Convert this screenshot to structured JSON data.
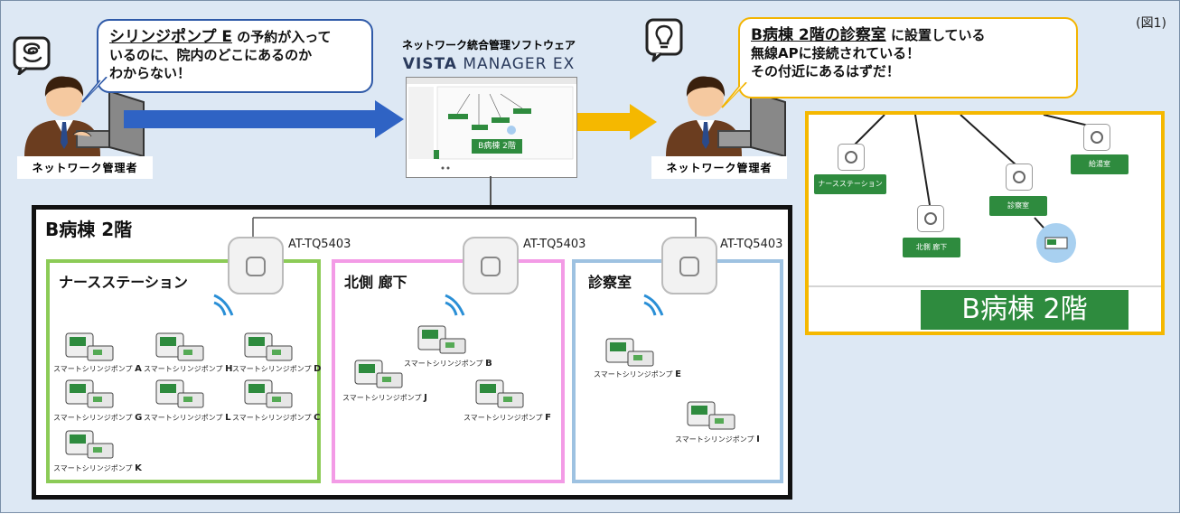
{
  "figure_label": "(図1)",
  "left_admin": {
    "label": "ネットワーク管理者",
    "bubble_underlined": "シリンジポンプ E",
    "bubble_rest_1": " の予約が入って",
    "bubble_line_2": "いるのに、院内のどこにあるのか",
    "bubble_line_3": "わからない！"
  },
  "software": {
    "title": "ネットワーク統合管理ソフトウェア",
    "logo_bold": "VISTA",
    "logo_rest": " MANAGER EX",
    "screen_label": "B病棟 2階"
  },
  "right_admin": {
    "label": "ネットワーク管理者",
    "bubble_underlined": "B病棟 2階の診察室",
    "bubble_rest_1": " に設置している",
    "bubble_line_2": "無線APに接続されている！",
    "bubble_line_3": "その付近にあるはずだ！"
  },
  "floor": {
    "title": "B病棟 2階",
    "ap_model": "AT-TQ5403",
    "rooms": [
      {
        "name": "ナースステーション",
        "color": "#8ccb57"
      },
      {
        "name": "北側 廊下",
        "color": "#f39be6"
      },
      {
        "name": "診察室",
        "color": "#9ec2e1"
      }
    ],
    "pumps": {
      "prefix": "スマートシリンジポンプ",
      "nurse": [
        "A",
        "H",
        "D",
        "G",
        "L",
        "C",
        "K"
      ],
      "hall": [
        "B",
        "J",
        "F"
      ],
      "exam": [
        "E",
        "I"
      ]
    }
  },
  "zoom": {
    "nodes": [
      "ナースステーション",
      "北側 廊下",
      "診察室",
      "給湯室"
    ],
    "floor_label": "B病棟 2階"
  }
}
